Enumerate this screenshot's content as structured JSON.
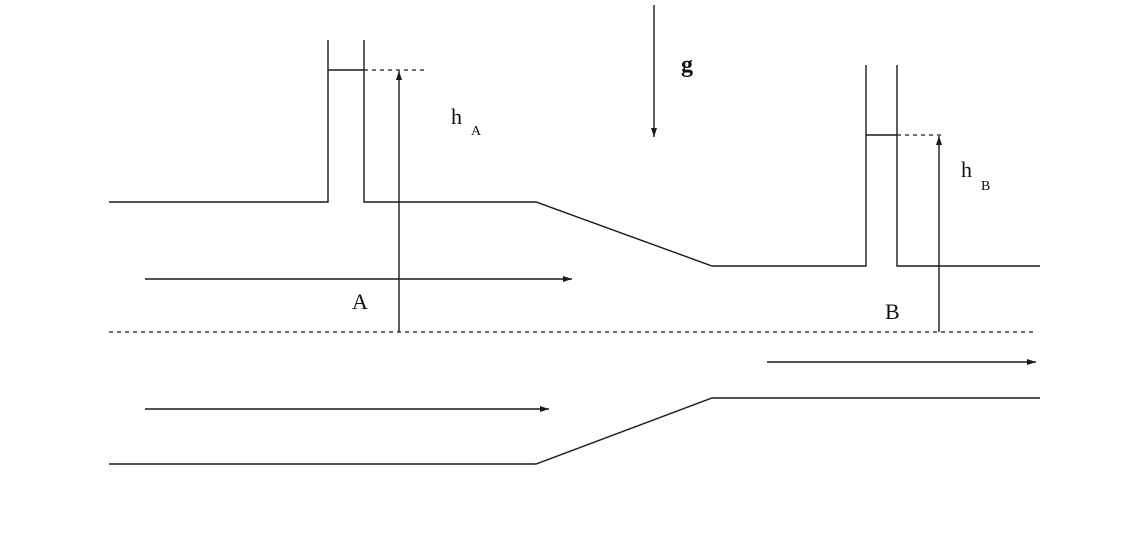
{
  "labels": {
    "gravity": "g",
    "head_a_letter": "h",
    "head_a_subscript": "A",
    "head_b_letter": "h",
    "head_b_subscript": "B",
    "section_a": "A",
    "section_b": "B"
  },
  "colors": {
    "line": "#1a1a1a",
    "background": "#ffffff"
  }
}
